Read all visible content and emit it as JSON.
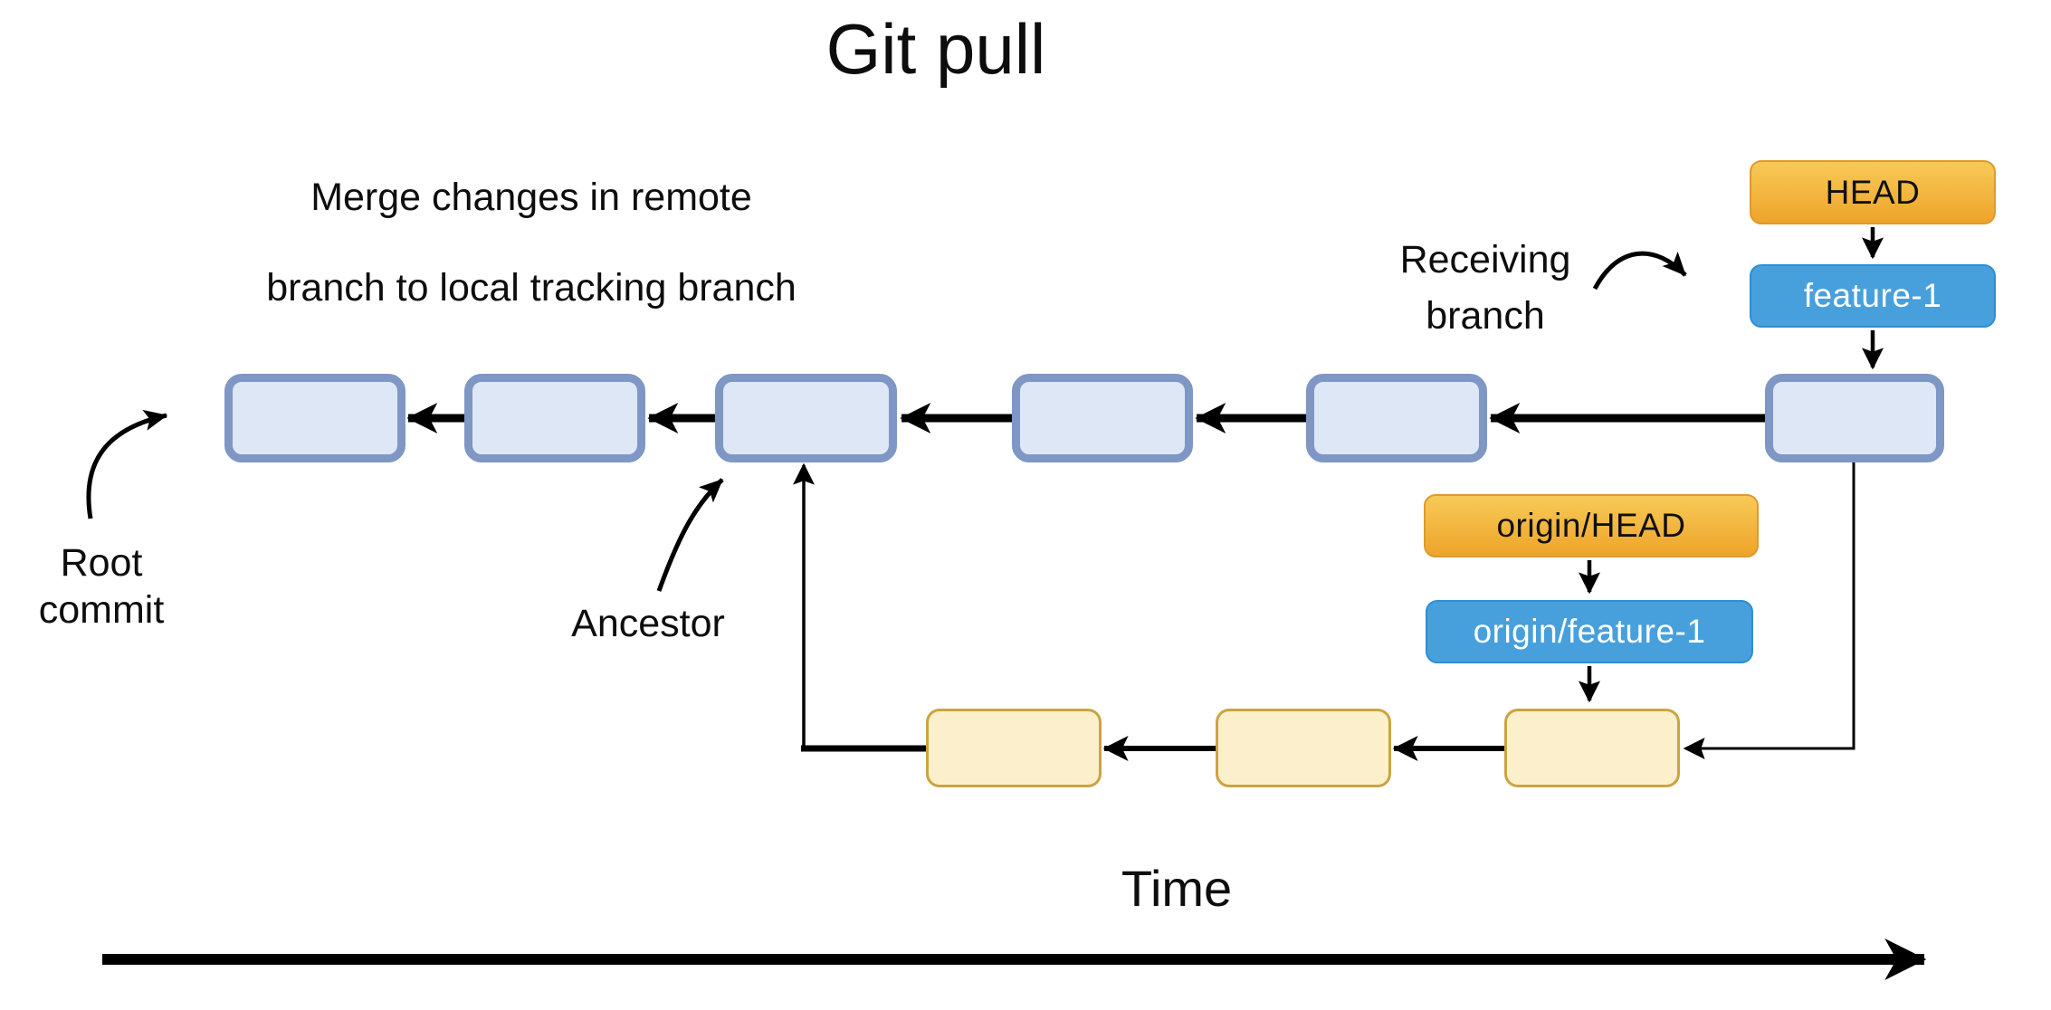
{
  "title": "Git pull",
  "annotations": {
    "merge_note": {
      "line1": "Merge changes in remote",
      "line2": "branch to local tracking branch"
    },
    "receiving_branch": {
      "line1": "Receiving",
      "line2": "branch"
    },
    "root_commit": {
      "line1": "Root",
      "line2": "commit"
    },
    "ancestor": "Ancestor",
    "time_axis": "Time"
  },
  "refs": {
    "head": {
      "label": "HEAD"
    },
    "feature": {
      "label": "feature-1"
    },
    "origin_head": {
      "label": "origin/HEAD"
    },
    "origin_feature": {
      "label": "origin/feature-1"
    }
  },
  "graph": {
    "local_branch_commit_count": 6,
    "remote_branch_commit_count": 3,
    "arrow_direction": "child-to-parent (leftward / upward)"
  },
  "colors": {
    "ref_orange_top": "#f7ca57",
    "ref_orange_bottom": "#eea42a",
    "ref_orange_border": "#dd9a2f",
    "ref_blue_fill": "#47a0dc",
    "ref_blue_border": "#2f8ed1",
    "commit_blue_fill": "#dde7f6",
    "commit_blue_border": "#7e97c4",
    "commit_yellow_fill": "#fbf0cb",
    "commit_yellow_border": "#cba441",
    "arrow_black": "#000000",
    "text_black": "#111111"
  }
}
